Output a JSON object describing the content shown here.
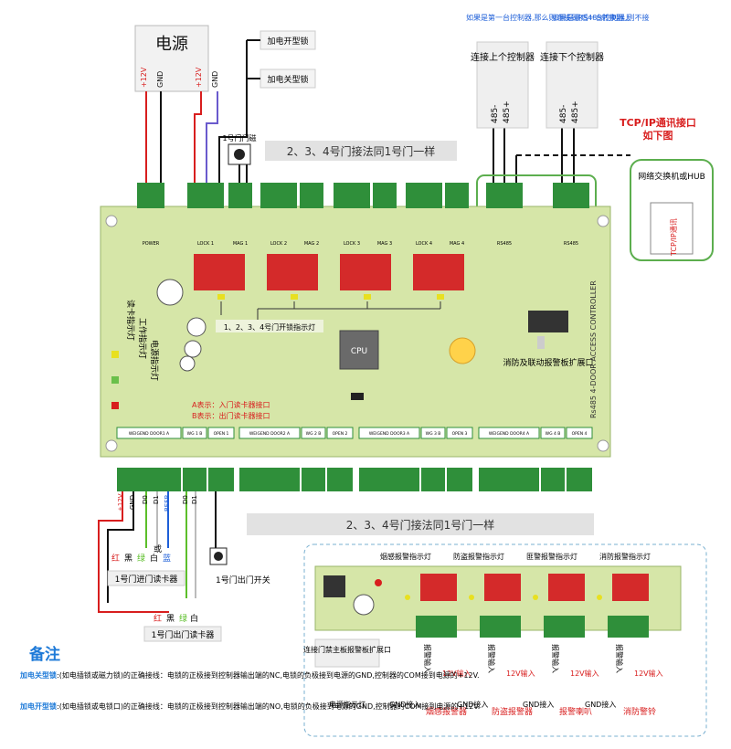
{
  "power": {
    "title": "电源",
    "v12": "+12V",
    "gnd": "GND",
    "v12b": "+12V",
    "gndb": "GND"
  },
  "locks": {
    "open_type": "加电开型锁",
    "close_type": "加电关型锁"
  },
  "door_mag": "1号门门磁",
  "same_wiring": "2、3、4号门接法同1号门一样",
  "same_wiring_bottom": "2、3、4号门接法同1号门一样",
  "notes_top": {
    "first": "如果是第一台控制器,那么则连接到RS485转换器上",
    "last": "如果是最后一台控制器,则不接"
  },
  "connect_prev": "连接上个控制器",
  "connect_next": "连接下个控制器",
  "rs485_labels": [
    "485-",
    "485+",
    "485-",
    "485+"
  ],
  "tcp": {
    "title": "TCP/IP通讯接口",
    "subtitle": "如下图",
    "switch": "网络交换机或HUB",
    "port": "TCP/IP通讯"
  },
  "board": {
    "power_label": "POWER",
    "lock_labels": [
      "LOCK 1",
      "LOCK 2",
      "LOCK 3",
      "LOCK 4"
    ],
    "mag_labels": [
      "MAG 1",
      "MAG 2",
      "MAG 3",
      "MAG 4"
    ],
    "rs485": [
      "RS485",
      "RS485"
    ],
    "cpu": "CPU",
    "vertical_title": "Rs485 4-DOOR ACCESS CONTROLLER",
    "lamp_label": "1、2、3、4号门开锁指示灯",
    "reader_led": "读卡指示灯",
    "work_led": "工作指示灯",
    "power_led": "电源指示灯",
    "a_note": "A表示：入门读卡器接口",
    "b_note": "B表示：出门读卡器接口",
    "fire_port": "消防及联动报警板扩展口",
    "wg_headers": [
      "WEIGEND DOOR1 A",
      "WG 1 B",
      "OPEN 1",
      "WEIGEND DOOR2 A",
      "WG 2 B",
      "OPEN 2",
      "WEIGEND DOOR3 A",
      "WG 3 B",
      "OPEN 3",
      "WEIGEND DOOR4 A",
      "WG 4 B",
      "OPEN 4"
    ]
  },
  "reader_wires": [
    "+12V",
    "GND",
    "D0",
    "D1",
    "BEEP",
    "D0",
    "D1"
  ],
  "reader_in": {
    "label": "1号门进门读卡器",
    "colors": [
      "红",
      "黑",
      "绿",
      "白",
      "蓝"
    ]
  },
  "reader_out": {
    "label": "1号门出门读卡器",
    "colors": [
      "红",
      "黑",
      "绿",
      "白"
    ]
  },
  "or_word": "或",
  "exit_switch": "1号门出门开关",
  "alarm": {
    "lamps": [
      "烟感报警指示灯",
      "防盗报警指示灯",
      "匪警报警指示灯",
      "消防报警指示灯"
    ],
    "inputs": [
      "报警输入",
      "报警输入",
      "报警输入",
      "报警输入"
    ],
    "v12": [
      "12V输入",
      "12V输入",
      "12V输入",
      "12V输入"
    ],
    "gnd": [
      "GND接入",
      "GND接入",
      "GND接入",
      "GND接入"
    ],
    "devices": [
      "烟感报警器",
      "防盗报警器",
      "报警喇叭",
      "消防警铃"
    ],
    "main_port": "连接门禁主板报警板扩展口",
    "power_lamp": "电源指示灯"
  },
  "notes": {
    "title": "备注",
    "close_head": "加电关型锁",
    "close_text": ":(如电插锁或磁力锁)的正确接线：电锁的正极接到控制器输出端的NC,电锁的负极接到电源的GND,控制器的COM接到电源的+12V.",
    "open_head": "加电开型锁",
    "open_text": ":(如电插锁或电锁口)的正确接线：电锁的正极接到控制器输出端的NO,电锁的负极接到电源的GND,控制器的COM接到电源的+12V."
  },
  "colors": {
    "board": "#d6e6a8",
    "terminal": "#2f8f3a",
    "relay": "#d42a2a",
    "red": "#d81e1e",
    "blue": "#1e5fd8",
    "arrow": "#c8c8c8"
  }
}
